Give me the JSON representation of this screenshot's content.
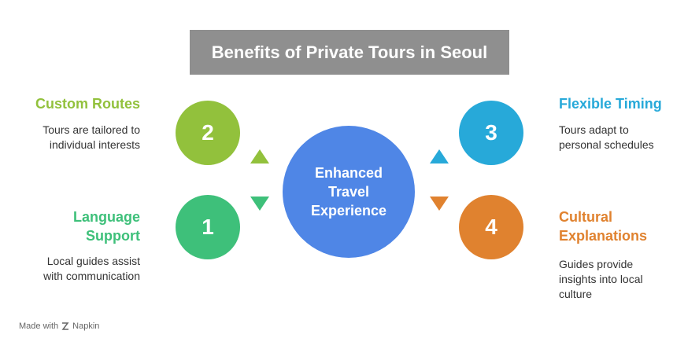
{
  "title": "Benefits of Private Tours in Seoul",
  "center": {
    "lines": [
      "Enhanced",
      "Travel",
      "Experience"
    ],
    "color": "#4f86e6"
  },
  "items": [
    {
      "number": "1",
      "heading_lines": [
        "Language",
        "Support"
      ],
      "desc_lines": [
        "Local guides assist",
        "with communication"
      ],
      "color": "#3ec07a"
    },
    {
      "number": "2",
      "heading_lines": [
        "Custom Routes"
      ],
      "desc_lines": [
        "Tours are tailored to",
        "individual interests"
      ],
      "color": "#92c13c"
    },
    {
      "number": "3",
      "heading_lines": [
        "Flexible Timing"
      ],
      "desc_lines": [
        "Tours adapt to",
        "personal schedules"
      ],
      "color": "#27a9d9"
    },
    {
      "number": "4",
      "heading_lines": [
        "Cultural",
        "Explanations"
      ],
      "desc_lines": [
        "Guides provide",
        "insights into local",
        "culture"
      ],
      "color": "#e0822f"
    }
  ],
  "footer": {
    "made_with": "Made with",
    "brand": "Napkin"
  }
}
